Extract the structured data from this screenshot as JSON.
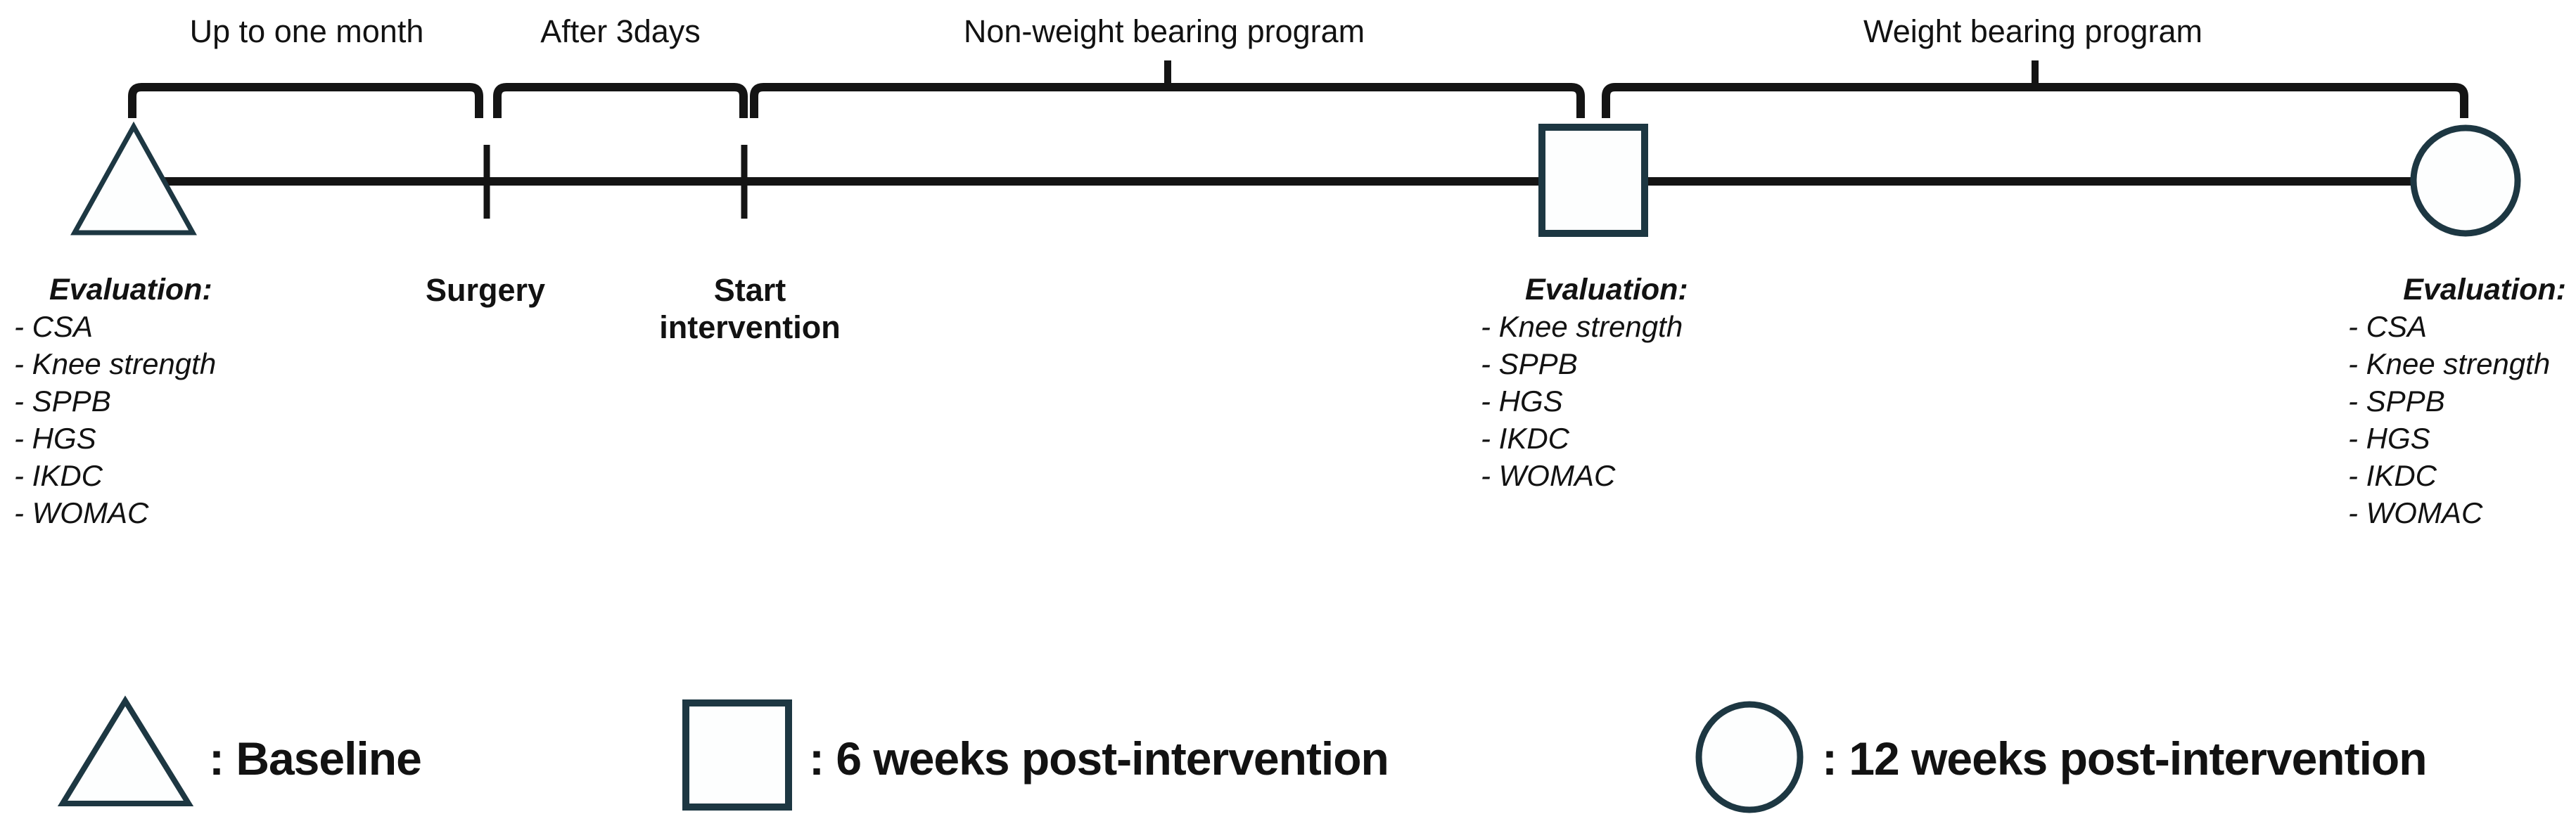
{
  "colors": {
    "ink": "#141414",
    "shape_stroke": "#1d3742",
    "background": "#ffffff"
  },
  "phases": [
    {
      "label": "Up to one month"
    },
    {
      "label": "After 3days"
    },
    {
      "label": "Non-weight bearing program"
    },
    {
      "label": "Weight bearing program"
    }
  ],
  "events": {
    "surgery": "Surgery",
    "start_intervention_line1": "Start",
    "start_intervention_line2": "intervention"
  },
  "evaluations": {
    "baseline": {
      "heading": "Evaluation:",
      "items": [
        "- CSA",
        "- Knee strength",
        "- SPPB",
        "- HGS",
        "- IKDC",
        "- WOMAC"
      ]
    },
    "six_weeks": {
      "heading": "Evaluation:",
      "items": [
        "- Knee strength",
        "- SPPB",
        "- HGS",
        "- IKDC",
        "- WOMAC"
      ]
    },
    "twelve_weeks": {
      "heading": "Evaluation:",
      "items": [
        "- CSA",
        "- Knee strength",
        "- SPPB",
        "- HGS",
        "- IKDC",
        "- WOMAC"
      ]
    }
  },
  "legend": {
    "baseline": ": Baseline",
    "six_weeks": ": 6 weeks post-intervention",
    "twelve_weeks": ": 12 weeks post-intervention"
  }
}
